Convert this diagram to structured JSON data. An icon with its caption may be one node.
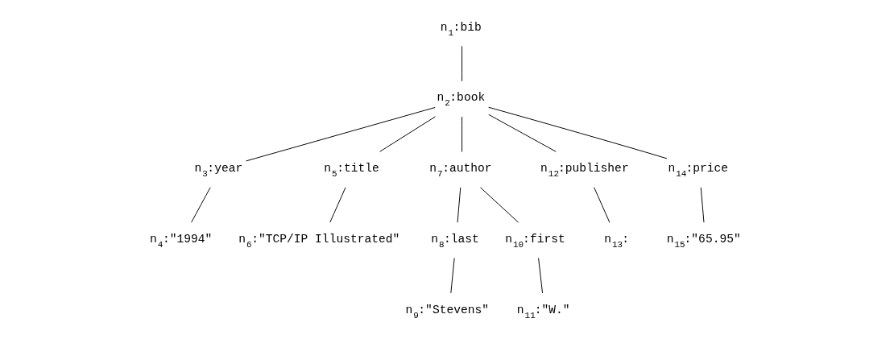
{
  "diagram": {
    "nodes": [
      {
        "text": [
          "n$_{1}$:bib"
        ]
      },
      {
        "text": [
          "n$_{2}$:book"
        ]
      },
      {
        "text": [
          "n$_{3}$:year"
        ]
      },
      {
        "text": [
          "n$_{4}$:\"1994\""
        ]
      },
      {
        "text": [
          "n$_{5}$:title"
        ]
      },
      {
        "text": [
          "n$_{6}$:\"TCP/IP Illustrated\""
        ]
      },
      {
        "text": [
          "n$_{7}$:author"
        ]
      },
      {
        "text": [
          "n$_{8}$:last"
        ]
      },
      {
        "text": [
          "n$_{9}$:\"Stevens\""
        ]
      },
      {
        "text": [
          "n$_{10}$:first"
        ]
      },
      {
        "text": [
          "n$_{11}$:\"W.\""
        ]
      },
      {
        "text": [
          "n$_{12}$:publisher"
        ]
      },
      {
        "text": [
          "n$_{13}$:"
        ]
      },
      {
        "text": [
          "n$_{14}$:price"
        ]
      },
      {
        "text": [
          "n$_{15}$:\"65.95\""
        ]
      }
    ],
    "edges": [
      {
        "from": 0,
        "to": 1,
        "arrow": "none"
      },
      {
        "from": 1,
        "to": 2,
        "arrow": "none"
      },
      {
        "from": 1,
        "to": 4,
        "arrow": "none"
      },
      {
        "from": 1,
        "to": 6,
        "arrow": "none"
      },
      {
        "from": 1,
        "to": 11,
        "arrow": "none"
      },
      {
        "from": 1,
        "to": 13,
        "arrow": "none"
      },
      {
        "from": 2,
        "to": 3,
        "arrow": "none"
      },
      {
        "from": 4,
        "to": 5,
        "arrow": "none"
      },
      {
        "from": 6,
        "to": 7,
        "arrow": "none"
      },
      {
        "from": 6,
        "to": 9,
        "arrow": "none"
      },
      {
        "from": 7,
        "to": 8,
        "arrow": "none"
      },
      {
        "from": 9,
        "to": 10,
        "arrow": "none"
      },
      {
        "from": 11,
        "to": 12,
        "arrow": "none"
      },
      {
        "from": 13,
        "to": 14,
        "arrow": "none"
      }
    ]
  }
}
